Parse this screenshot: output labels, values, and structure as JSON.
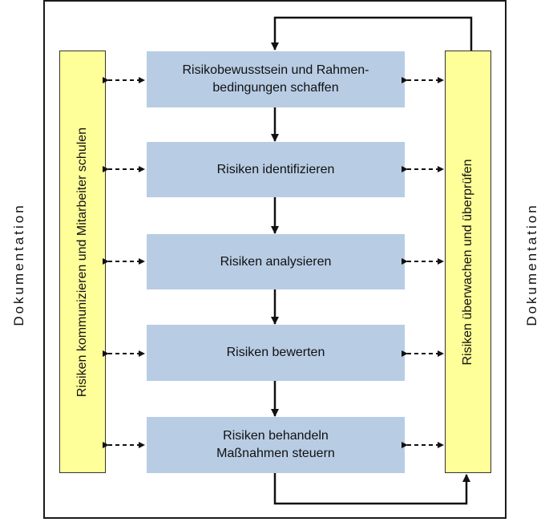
{
  "side_labels": {
    "left": "Dokumentation",
    "right": "Dokumentation"
  },
  "left_bar": "Risiken kommunizieren und Mitarbeiter schulen",
  "right_bar": "Risiken überwachen und überprüfen",
  "steps": [
    "Risikobewusstsein und Rahmen-\nbedingungen schaffen",
    "Risiken identifizieren",
    "Risiken analysieren",
    "Risiken bewerten",
    "Risiken behandeln\nMaßnahmen steuern"
  ],
  "colors": {
    "step_fill": "#b8cce4",
    "bar_fill": "#ffff99"
  }
}
